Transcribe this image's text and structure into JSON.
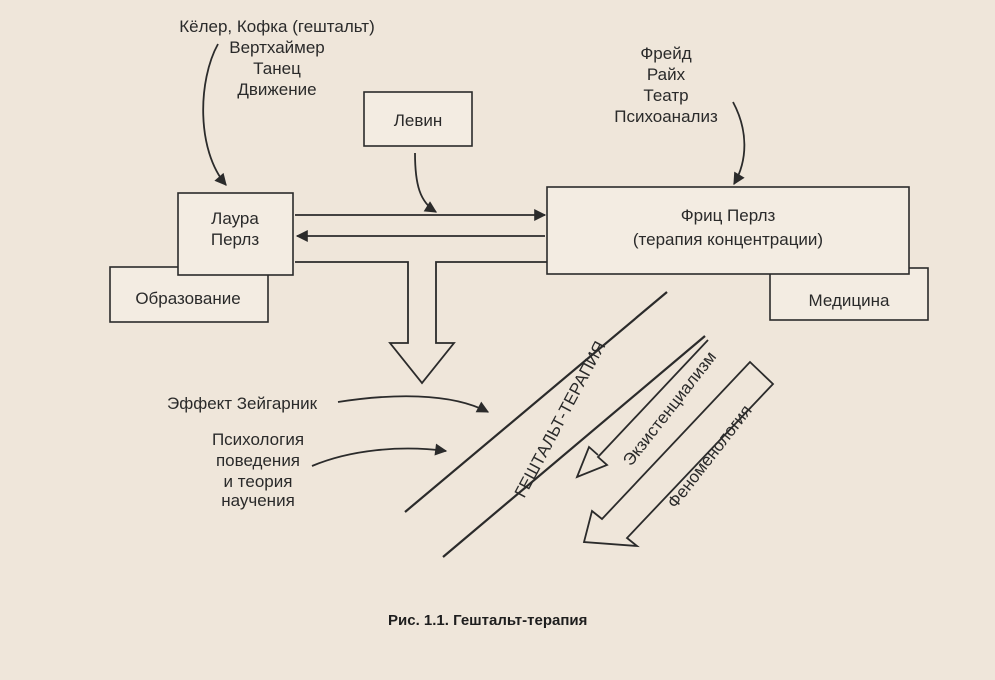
{
  "top_left_list": [
    "Кёлер, Кофка (гештальт)",
    "Вертхаймер",
    "Танец",
    "Движение"
  ],
  "levin": "Левин",
  "top_right_list": [
    "Фрейд",
    "Райх",
    "Театр",
    "Психоанализ"
  ],
  "laura": [
    "Лаура",
    "Перлз"
  ],
  "obrazovanie": "Образование",
  "fritz": [
    "Фриц Перлз",
    "(терапия концентрации)"
  ],
  "medicina": "Медицина",
  "zeigarnik": "Эффект Зейгарник",
  "psych": [
    "Психология",
    "поведения",
    "и теория",
    "научения"
  ],
  "gestalt_therapy": "ГЕШТАЛЬТ-ТЕРАПИЯ",
  "existentialism": "Экзистенциализм",
  "phenomenology": "Феноменология",
  "caption": "Рис. 1.1. Гештальт-терапия"
}
